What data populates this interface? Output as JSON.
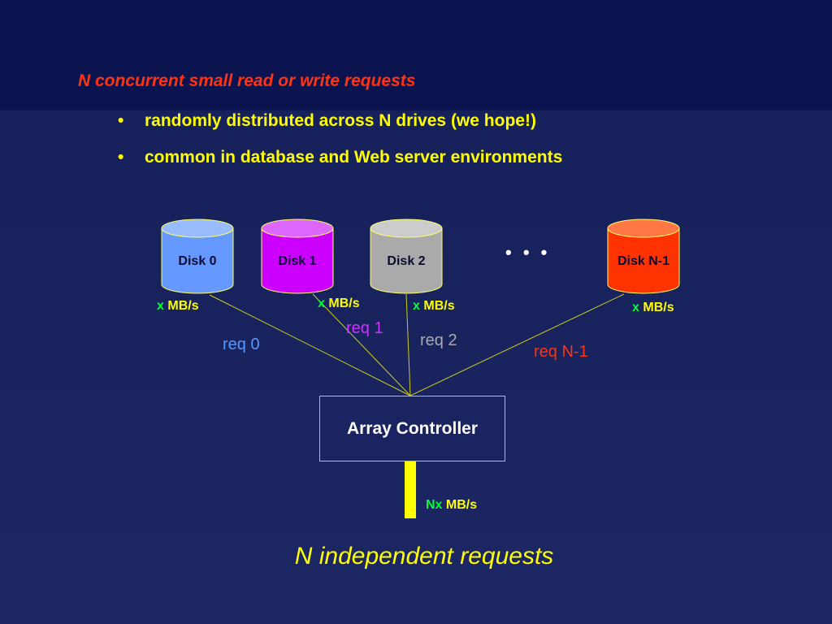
{
  "heading": "N concurrent small read or write requests",
  "bullets": [
    "randomly distributed across N drives (we hope!)",
    "common in database and Web server environments"
  ],
  "bullet_glyph": "•",
  "disks": [
    {
      "label": "Disk 0",
      "color": "#6699ff"
    },
    {
      "label": "Disk 1",
      "color": "#cc00ff"
    },
    {
      "label": "Disk 2",
      "color": "#aaaaaa"
    },
    {
      "label": "Disk N-1",
      "color": "#ff3300"
    }
  ],
  "ellipsis": "• • •",
  "rates": [
    {
      "factor": "x",
      "unit": "MB/s"
    },
    {
      "factor": "x",
      "unit": "MB/s"
    },
    {
      "factor": "x",
      "unit": "MB/s"
    },
    {
      "factor": "x",
      "unit": "MB/s"
    }
  ],
  "requests": [
    {
      "label": "req 0",
      "color": "#5599ff"
    },
    {
      "label": "req 1",
      "color": "#cc33ff"
    },
    {
      "label": "req 2",
      "color": "#aaaaaa"
    },
    {
      "label": "req N-1",
      "color": "#ff3311"
    }
  ],
  "controller": {
    "label": "Array Controller"
  },
  "bus_rate": {
    "factor": "Nx",
    "unit": "MB/s"
  },
  "footer": "N independent requests",
  "colors": {
    "heading": "#ff3311",
    "bullet_text": "#ffff00",
    "rate_factor": "#00ff33",
    "rate_unit": "#ffff00",
    "line": "#cccc22",
    "bus": "#ffff00",
    "footer": "#ffff00"
  }
}
